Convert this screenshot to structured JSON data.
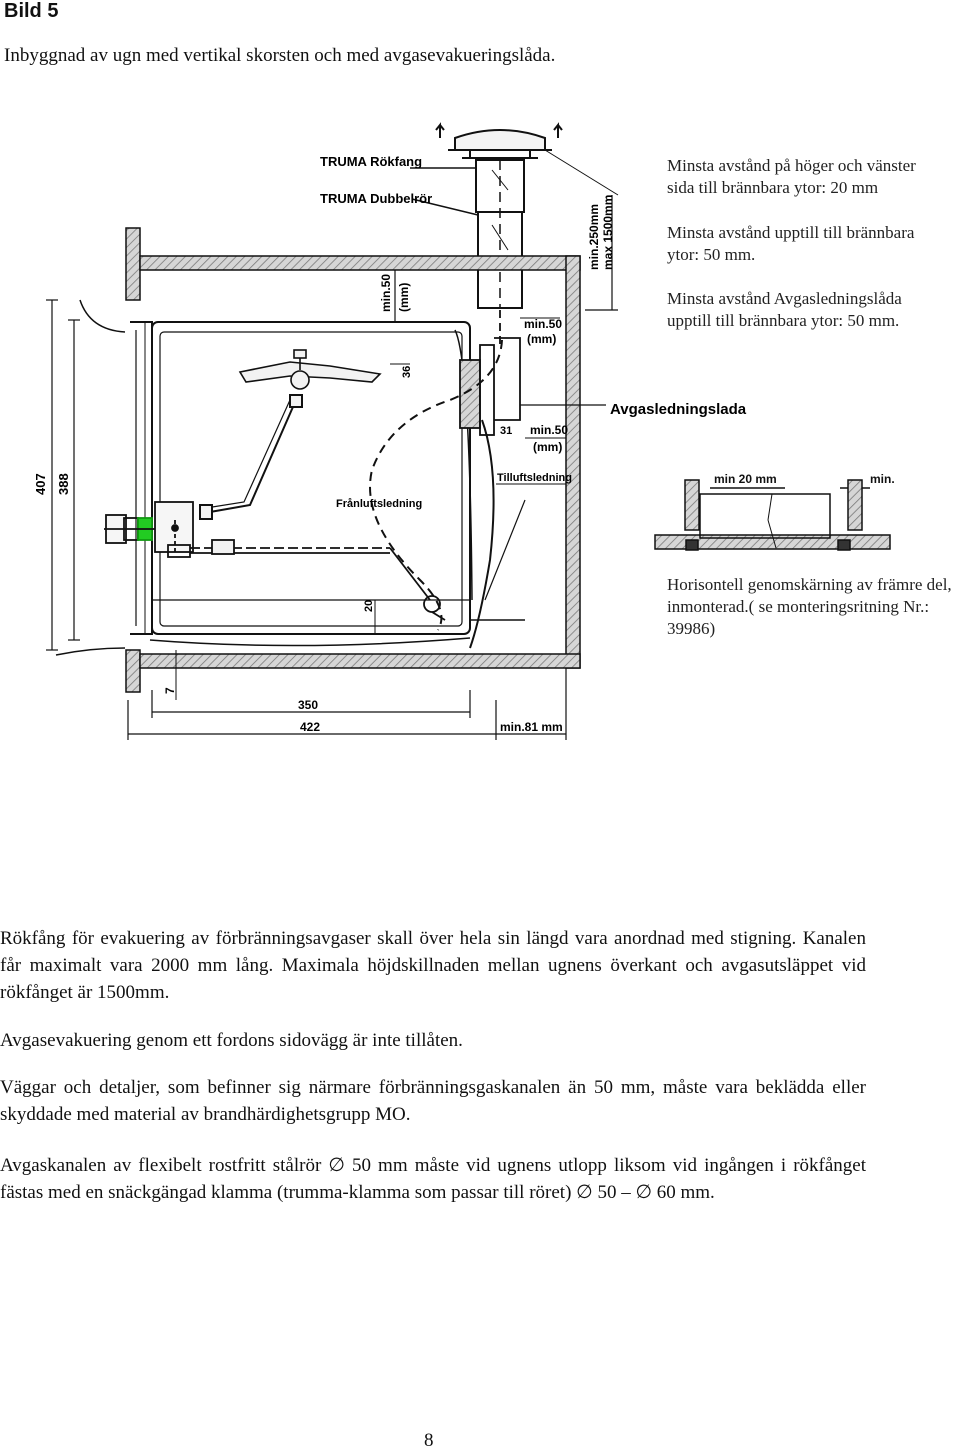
{
  "document": {
    "heading": "Bild 5",
    "subtitle": "Inbyggnad av ugn med vertikal skorsten och med avgasevakueringslåda.",
    "notes": [
      "Minsta avstånd  på höger och vänster sida till brännbara ytor: 20 mm",
      "Minsta avstånd upptill till brännbara ytor: 50 mm.",
      "Minsta avstånd Avgasledningslåda upptill till brännbara ytor: 50 mm.",
      "Horisontell genomskärning av främre del, inmonterad.( se monteringsritning Nr.: 39986)"
    ],
    "paragraphs": [
      "Rökfång för evakuering av förbränningsavgaser skall över hela sin längd vara anordnad med stigning. Kanalen får maximalt vara 2000 mm lång. Maximala höjdskillnaden mellan ugnens överkant och avgasutsläppet vid rökfånget är 1500mm.",
      "Avgasevakuering genom ett fordons sidovägg är inte tillåten.",
      "Väggar och detaljer, som befinner sig närmare förbränningsgaskanalen än 50 mm, måste vara beklädda eller skyddade med material av brandhärdighetsgrupp MO.",
      "Avgaskanalen av flexibelt rostfritt stålrör ∅ 50 mm måste vid ugnens utlopp liksom vid ingången i rökfånget fästas med en snäckgängad klamma (trumma-klamma som passar till röret) ∅ 50 – ∅ 60 mm."
    ],
    "page_number": "8"
  },
  "drawing_labels": {
    "roekfang": "TRUMA Rökfang",
    "dubbelroer": "TRUMA Dubbelrör",
    "min50_top": "min.50",
    "mm_top": "(mm)",
    "min250": "min.250mm",
    "max1500": "max 1500mm",
    "min50_mid": "min.50",
    "mm_mid": "(mm)",
    "dim36": "36",
    "avgasledningslada": "Avgasledningslada",
    "dim31": "31",
    "min50_low": "min.50",
    "mm_low": "(mm)",
    "tilluft": "Tilluftsledning",
    "franluft": "Frånluftsledning",
    "dim407": "407",
    "dim388": "388",
    "dim20": "20",
    "dim7": "7",
    "dim350": "350",
    "dim422": "422",
    "min81": "min.81  mm",
    "min20": "min 20  mm",
    "min_right": "min."
  },
  "colors": {
    "line": "#111111",
    "hatch": "#9a9a9a",
    "accent_green": "#22cc22"
  }
}
